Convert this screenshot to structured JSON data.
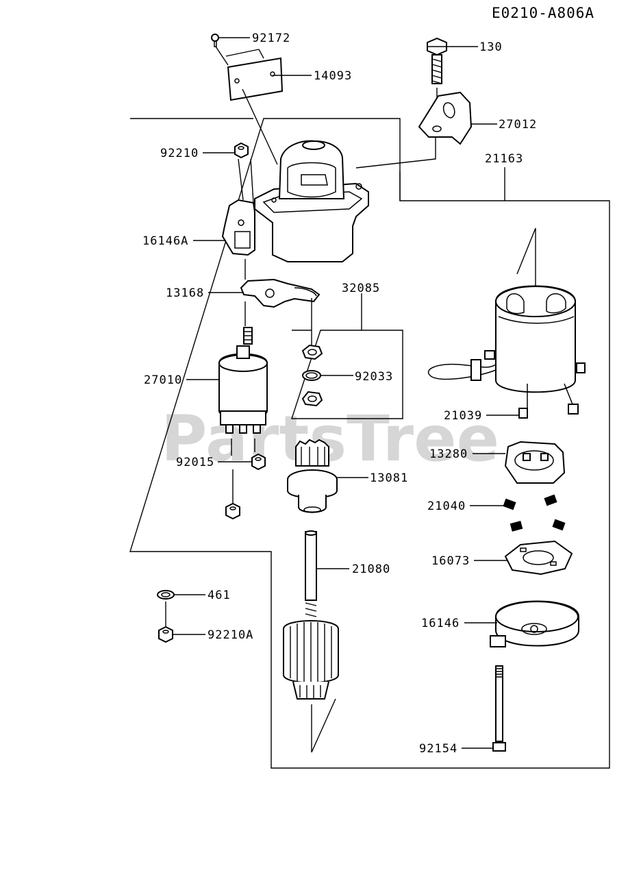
{
  "diagram_code": "E0210-A806A",
  "watermark": "PartsTree",
  "parts": [
    {
      "id": "p92172",
      "label": "92172"
    },
    {
      "id": "p14093",
      "label": "14093"
    },
    {
      "id": "p130",
      "label": "130"
    },
    {
      "id": "p27012",
      "label": "27012"
    },
    {
      "id": "p21163",
      "label": "21163"
    },
    {
      "id": "p92210",
      "label": "92210"
    },
    {
      "id": "p16146A",
      "label": "16146A"
    },
    {
      "id": "p13168",
      "label": "13168"
    },
    {
      "id": "p32085",
      "label": "32085"
    },
    {
      "id": "p92033",
      "label": "92033"
    },
    {
      "id": "p27010",
      "label": "27010"
    },
    {
      "id": "p21039",
      "label": "21039"
    },
    {
      "id": "p13280",
      "label": "13280"
    },
    {
      "id": "p92015",
      "label": "92015"
    },
    {
      "id": "p13081",
      "label": "13081"
    },
    {
      "id": "p21040",
      "label": "21040"
    },
    {
      "id": "p16073",
      "label": "16073"
    },
    {
      "id": "p21080",
      "label": "21080"
    },
    {
      "id": "p461",
      "label": "461"
    },
    {
      "id": "p92210A",
      "label": "92210A"
    },
    {
      "id": "p16146",
      "label": "16146"
    },
    {
      "id": "p92154",
      "label": "92154"
    }
  ]
}
